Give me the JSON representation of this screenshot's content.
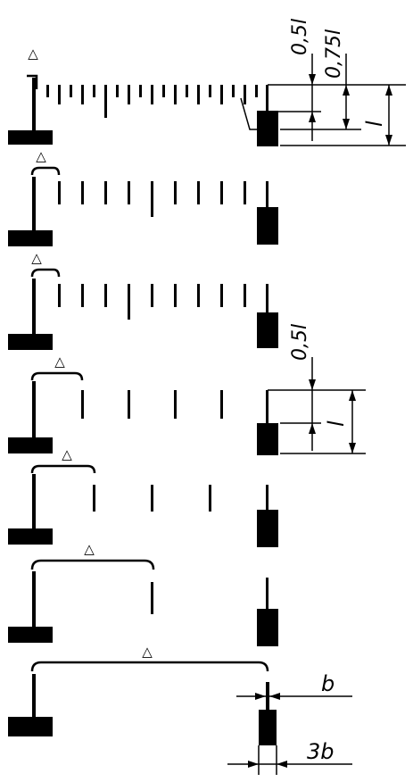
{
  "figure": {
    "symbols": {
      "delta": "△"
    },
    "labels": {
      "half_l": "0,5l",
      "three_quarter_l": "0,75l",
      "l": "l",
      "b": "b",
      "three_b": "3b"
    },
    "scales": [
      {
        "name": "row-1",
        "minor_divisions": 20
      },
      {
        "name": "row-2",
        "minor_divisions": 10
      },
      {
        "name": "row-3",
        "minor_divisions": 10
      },
      {
        "name": "row-4",
        "minor_divisions": 5
      },
      {
        "name": "row-5",
        "minor_divisions": 4
      },
      {
        "name": "row-6",
        "minor_divisions": 2
      },
      {
        "name": "row-7",
        "minor_divisions": 1
      }
    ]
  }
}
